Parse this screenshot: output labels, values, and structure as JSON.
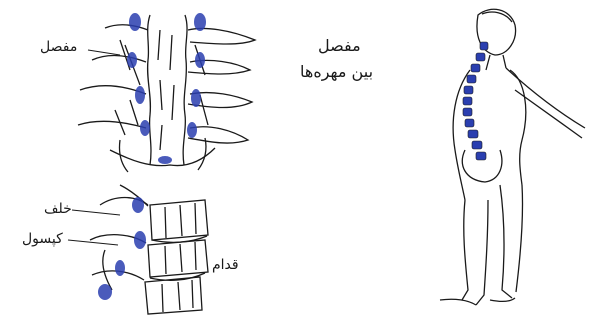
{
  "labels": {
    "joint_left": "مفصل",
    "joint_title": "مفصل",
    "joint_subtitle": "بین مهره‌ها",
    "back": "خلف",
    "capsule": "کپسول",
    "front": "قدام"
  },
  "colors": {
    "ink": "#1a1a1a",
    "accent": "#2b3fb0",
    "paper": "#ffffff"
  }
}
